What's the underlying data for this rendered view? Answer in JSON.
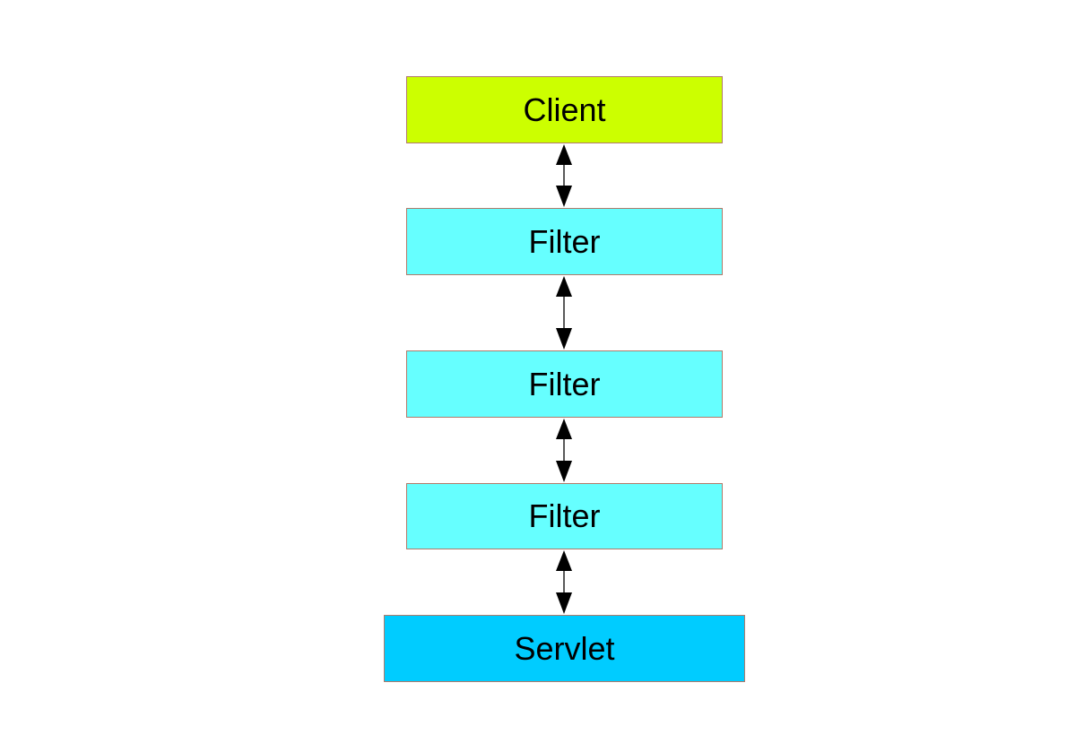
{
  "diagram": {
    "nodes": [
      {
        "id": "client",
        "label": "Client",
        "color": "#ccff00"
      },
      {
        "id": "filter1",
        "label": "Filter",
        "color": "#66ffff"
      },
      {
        "id": "filter2",
        "label": "Filter",
        "color": "#66ffff"
      },
      {
        "id": "filter3",
        "label": "Filter",
        "color": "#66ffff"
      },
      {
        "id": "servlet",
        "label": "Servlet",
        "color": "#00ccff"
      }
    ],
    "edges": [
      {
        "from": "client",
        "to": "filter1",
        "direction": "both"
      },
      {
        "from": "filter1",
        "to": "filter2",
        "direction": "both"
      },
      {
        "from": "filter2",
        "to": "filter3",
        "direction": "both"
      },
      {
        "from": "filter3",
        "to": "servlet",
        "direction": "both"
      }
    ],
    "border_color": "#b07a6a",
    "arrow_color": "#000000"
  }
}
